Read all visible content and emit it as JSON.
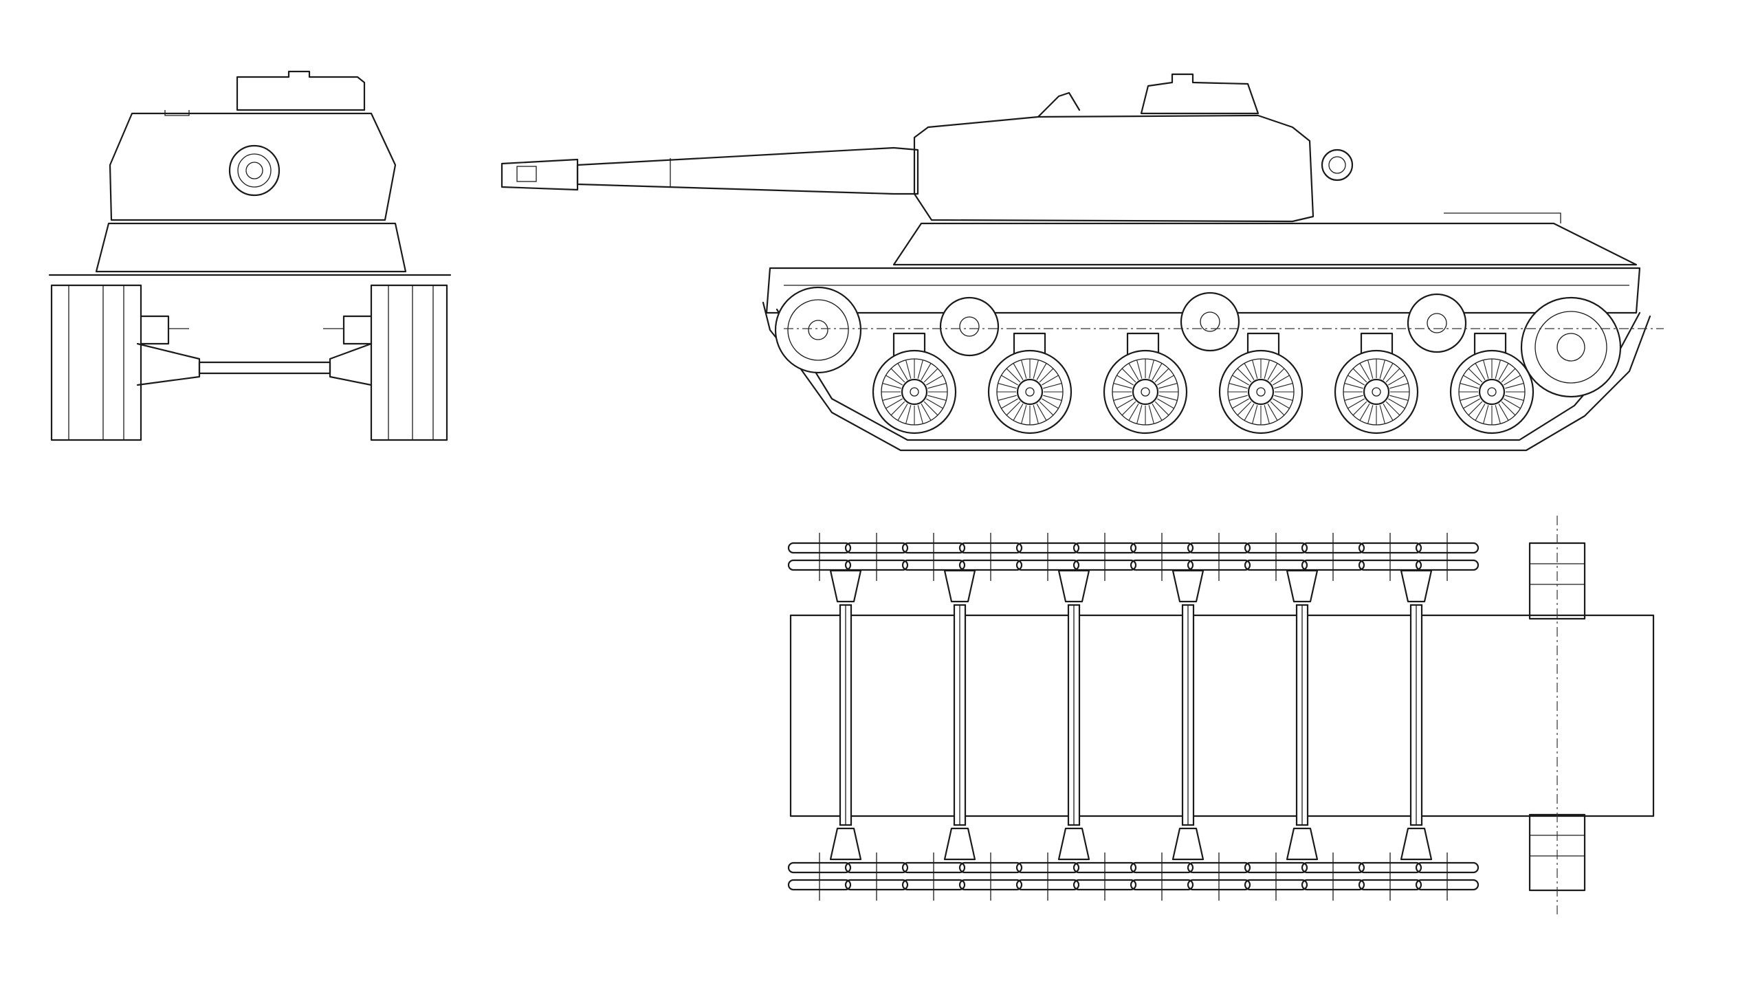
{
  "drawing": {
    "views": [
      "front",
      "side",
      "top"
    ],
    "colors": {
      "background": "#ffffff",
      "line": "#1a1a1a"
    },
    "side_view": {
      "road_wheels": 6,
      "return_rollers": 3
    },
    "top_view": {
      "axles": 6
    }
  }
}
